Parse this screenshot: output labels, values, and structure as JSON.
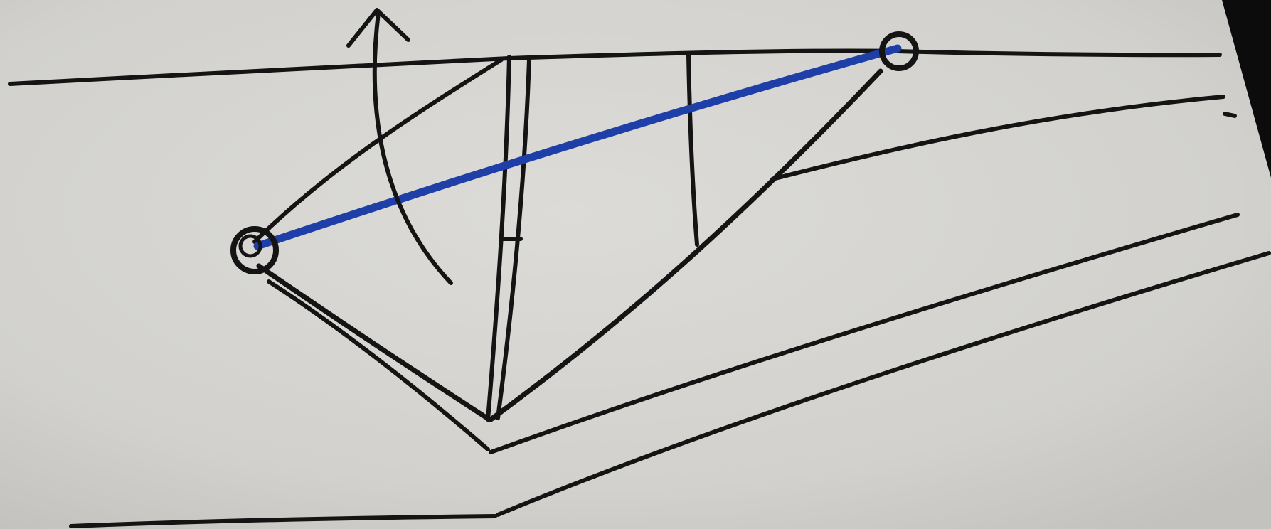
{
  "colors": {
    "paper": "#d3d2ce",
    "paper_shadow": "#c7c6c2",
    "ink": "#141414",
    "highlight_line": "#1f3fa8",
    "background_corner": "#0c0c0c"
  },
  "elements": {
    "pivot_points": [
      "pivot-circle-left",
      "pivot-circle-right"
    ],
    "rotation_arrow": "curved-arrow-up-icon",
    "highlight": "blue-diagonal-line"
  }
}
